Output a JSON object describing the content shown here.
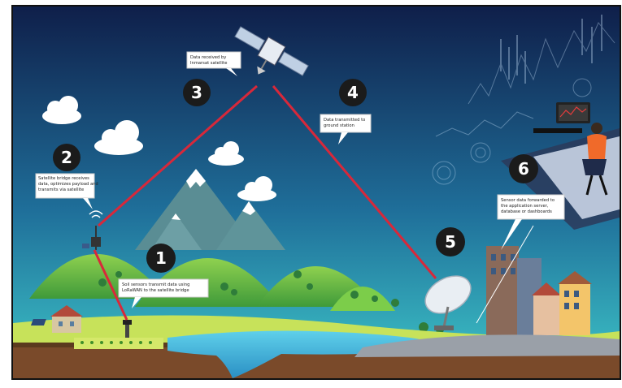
{
  "steps": [
    {
      "number": "1",
      "caption_lines": [
        "Soil sensors transmit data using",
        "LoRaWAN to the satellite bridge"
      ]
    },
    {
      "number": "2",
      "caption_lines": [
        "Satellite bridge receives",
        "data, optimizes payload and",
        "transmits via satellite"
      ]
    },
    {
      "number": "3",
      "caption_lines": [
        "Data received by",
        "Inmarsat satellite"
      ]
    },
    {
      "number": "4",
      "caption_lines": [
        "Data transmitted to",
        "ground station"
      ]
    },
    {
      "number": "5",
      "caption_lines": []
    },
    {
      "number": "6",
      "caption_lines": [
        "Sensor data forwarded to",
        "the application server,",
        "database or dashboards"
      ]
    }
  ],
  "colors": {
    "sky_top": "#0f1f4a",
    "sky_bottom": "#2fb9c4",
    "link_line": "#d8283a",
    "badge": "#1b1b1b",
    "hill_green": "#6cc24a",
    "water": "#3ab0d8"
  }
}
